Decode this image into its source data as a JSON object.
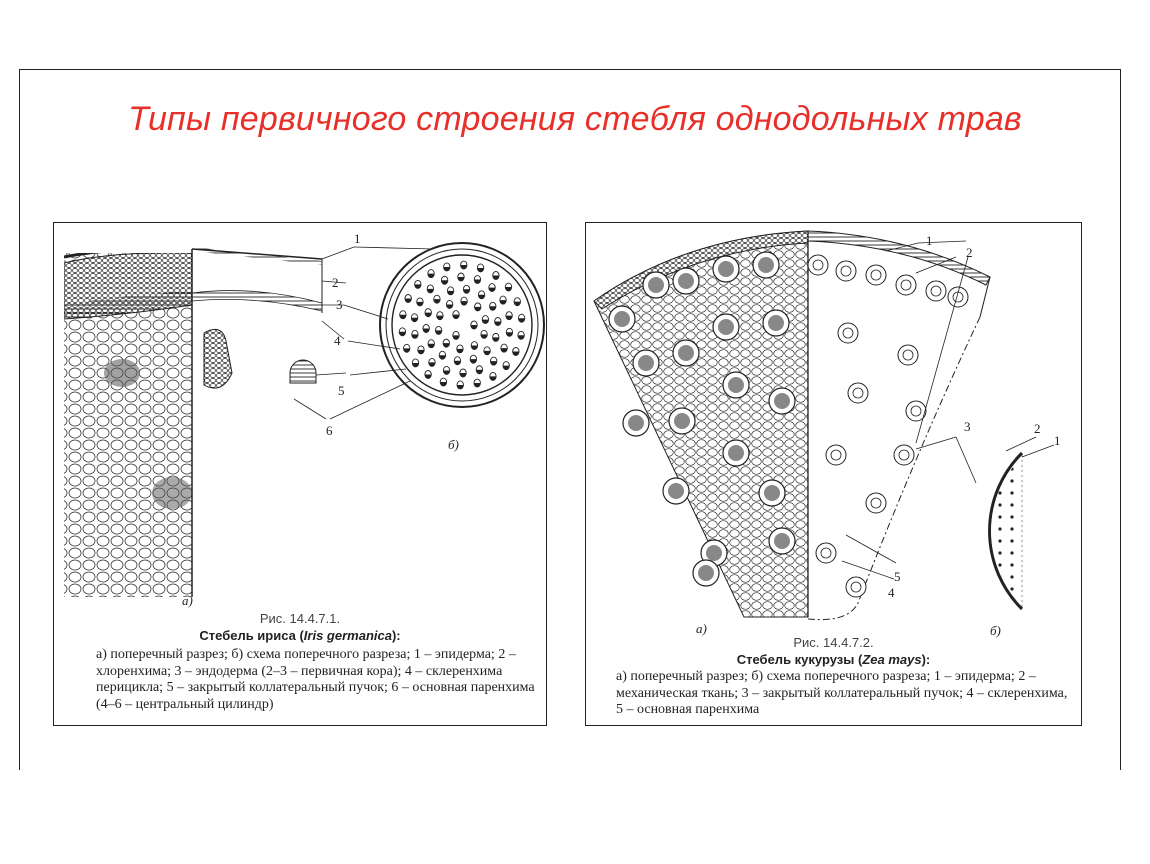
{
  "page": {
    "title": "Типы первичного строения стебля однодольных трав"
  },
  "figure_left": {
    "label_a": "а)",
    "label_b": "б)",
    "callouts": [
      "1",
      "2",
      "3",
      "4",
      "5",
      "6"
    ],
    "caption_fig": "Рис. 14.4.7.1.",
    "caption_name": "Стебель ириса (",
    "caption_latin": "Iris germanica",
    "caption_name_end": "):",
    "caption_desc": "а) поперечный разрез; б) схема поперечного разреза; 1 – эпидерма; 2 – хлоренхима; 3 – эндодерма (2–3 – первичная кора); 4 – склеренхима перицикла; 5 – закрытый коллатеральный пучок; 6 – основная паренхима (4–6 – центральный цилиндр)"
  },
  "figure_right": {
    "label_a": "а)",
    "label_b": "б)",
    "callouts": [
      "1",
      "2",
      "3",
      "2",
      "1",
      "5",
      "4"
    ],
    "caption_fig": "Рис. 14.4.7.2.",
    "caption_name": "Стебель кукурузы (",
    "caption_latin": "Zea mays",
    "caption_name_end": "):",
    "caption_desc": "а) поперечный разрез; б) схема поперечного разреза; 1 – эпидерма; 2 – механическая ткань; 3 – закрытый коллатеральный пучок; 4 – склеренхима, 5 – основная паренхима"
  }
}
